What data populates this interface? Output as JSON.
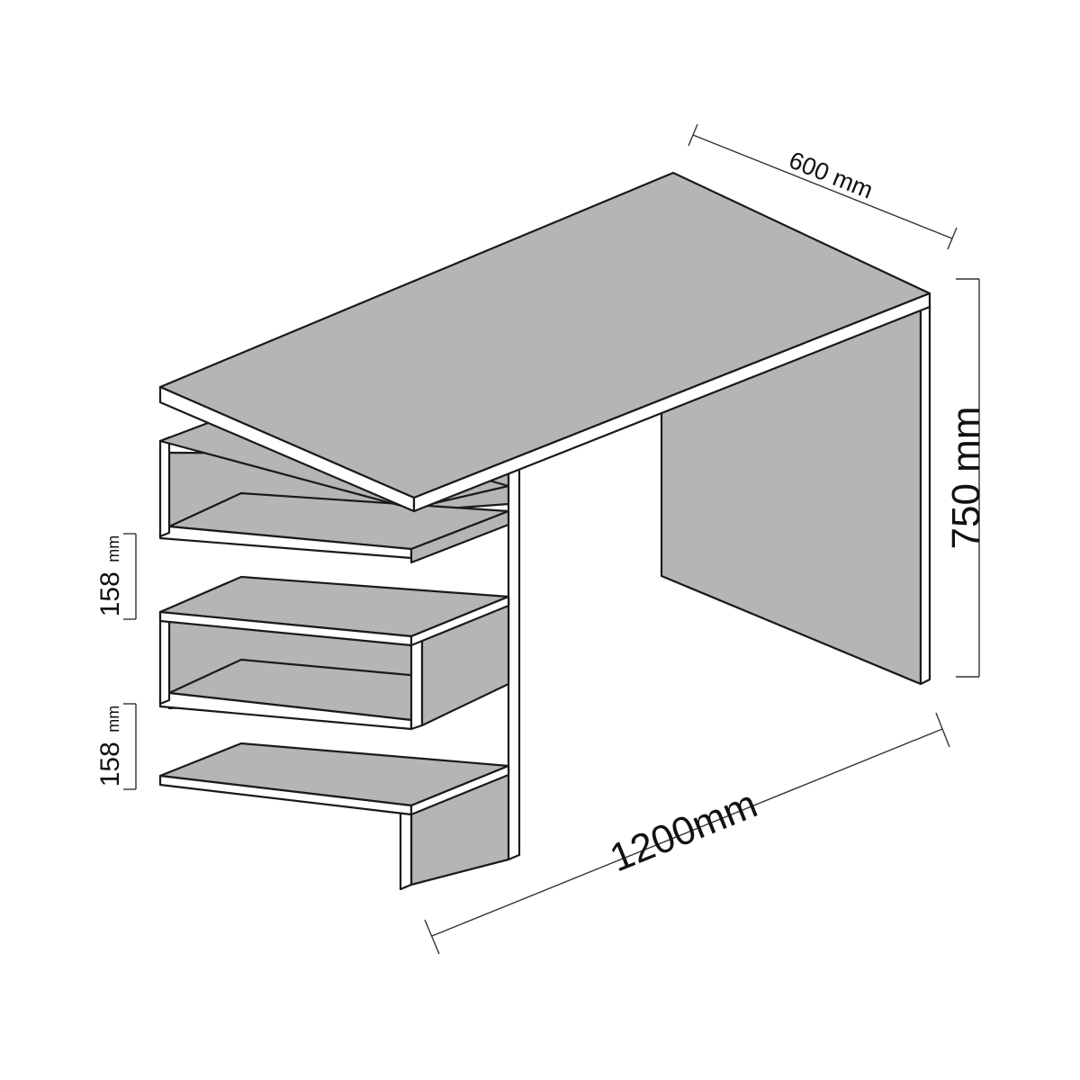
{
  "colors": {
    "panel_grey": "#b5b5b5",
    "edge_white": "#ffffff",
    "outline": "#1a1a1a"
  },
  "dimensions": {
    "depth": "600 mm",
    "height": "750 mm",
    "width": "1200mm",
    "shelf_gap_top_value": "158",
    "shelf_gap_top_unit": "mm",
    "shelf_gap_bottom_value": "158",
    "shelf_gap_bottom_unit": "mm"
  }
}
